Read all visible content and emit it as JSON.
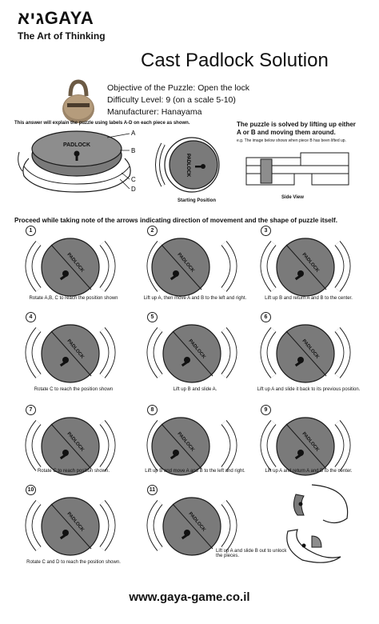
{
  "logo": {
    "main": "GAYA",
    "hebrew": "גיא",
    "sub": "The Art of Thinking"
  },
  "title": "Cast Padlock Solution",
  "info": {
    "objective": "Objective of the Puzzle: Open the lock",
    "difficulty": "Difficulty Level: 9 (on a scale 5-10)",
    "manufacturer": "Manufacturer: Hanayama"
  },
  "intro_note": "This answer will explain the puzzle using labels A-D on each piece as shown.",
  "labels": [
    "A",
    "B",
    "C",
    "D"
  ],
  "padlock_text": "PADLOCK",
  "starting_position": "Starting Position",
  "solve_note": {
    "line1": "The puzzle is solved by lifting up either",
    "line2": "A or B and moving them around.",
    "sub": "e.g. The image below shows when piece B has been lifted up."
  },
  "side_view": "Side View",
  "proceed": "Proceed while taking note of the arrows indicating direction of movement and the shape of puzzle itself.",
  "steps": [
    {
      "num": "1",
      "caption": "Rotate A,B, C to reach the position shown"
    },
    {
      "num": "2",
      "caption": "Lift up A, then move A and B to the left and right."
    },
    {
      "num": "3",
      "caption": "Lift up B and return A and B to the center."
    },
    {
      "num": "4",
      "caption": "Rotate C to reach the position shown"
    },
    {
      "num": "5",
      "caption": "Lift up B and slide A."
    },
    {
      "num": "6",
      "caption": "Lift up A and slide it back to its previous position."
    },
    {
      "num": "7",
      "caption": "Rotate C to reach position shown."
    },
    {
      "num": "8",
      "caption": "Lift up B and move A and B to the left and right."
    },
    {
      "num": "9",
      "caption": "Lift up A and return A and B to the center."
    },
    {
      "num": "10",
      "caption": "Rotate C and D to reach the position shown."
    },
    {
      "num": "11",
      "caption": "Lift up A and slide B out to unlock the pieces."
    }
  ],
  "url": "www.gaya-game.co.il",
  "colors": {
    "disc": "#7a7a7a",
    "disc_top": "#8d8d8d",
    "ring": "#ffffff",
    "outline": "#1a1a1a",
    "text": "#111111"
  }
}
